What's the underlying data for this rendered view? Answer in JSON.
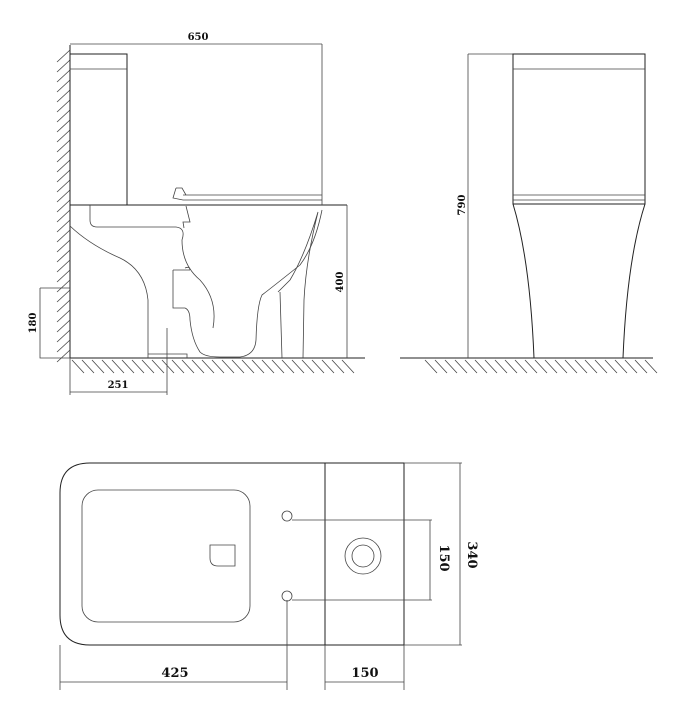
{
  "side_view": {
    "overall_length": "650",
    "seat_height": "400",
    "inlet_height": "180",
    "outlet_distance": "251"
  },
  "front_view": {
    "overall_height": "790"
  },
  "top_view": {
    "hole_to_wall": "425",
    "tank_depth": "150",
    "hole_spacing": "150",
    "overall_width": "340"
  },
  "colors": {
    "line": "#222222",
    "background": "#ffffff"
  }
}
